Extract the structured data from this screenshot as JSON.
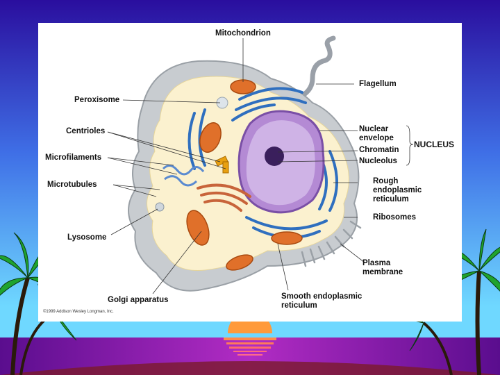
{
  "labels": {
    "mitochondrion": "Mitochondrion",
    "flagellum": "Flagellum",
    "peroxisome": "Peroxisome",
    "centrioles": "Centrioles",
    "microfilaments": "Microfilaments",
    "microtubules": "Microtubules",
    "lysosome": "Lysosome",
    "golgi_apparatus": "Golgi apparatus",
    "nuclear_envelope": "Nuclear\nenvelope",
    "chromatin": "Chromatin",
    "nucleolus": "Nucleolus",
    "nucleus": "NUCLEUS",
    "rough_er": "Rough\nendoplasmic\nreticulum",
    "ribosomes": "Ribosomes",
    "plasma_membrane": "Plasma\nmembrane",
    "smooth_er": "Smooth endoplasmic\nreticulum"
  },
  "copyright": "©1999 Addison Wesley Longman, Inc.",
  "colors": {
    "sky_top": "#2a1aa6",
    "sky_mid": "#3a7fe0",
    "sky_bottom": "#66d4ff",
    "ground": "#6a0f7a",
    "sun": "#ff8c3a",
    "cytoplasm": "#fbf1cf",
    "cell_membrane": "#c4c8cc",
    "nucleus": "#a879c8",
    "er": "#2f6fbf",
    "mitochondria": "#e0702a"
  }
}
